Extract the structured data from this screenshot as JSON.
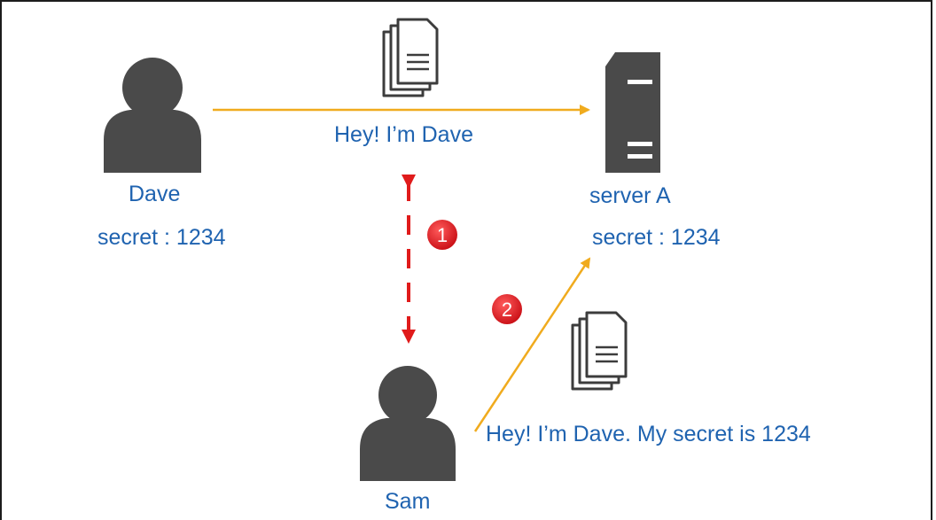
{
  "diagram": {
    "dave": {
      "name": "Dave",
      "secret": "secret : 1234"
    },
    "server": {
      "name": "server A",
      "secret": "secret : 1234"
    },
    "sam": {
      "name": "Sam"
    },
    "message_1": "Hey! I’m Dave",
    "message_2": "Hey! I’m Dave. My secret is 1234",
    "step_1": "1",
    "step_2": "2",
    "colors": {
      "arrow": "#f0ab1e",
      "intercept": "#e01b1b",
      "text": "#1f63b0",
      "icon": "#4a4a4a",
      "badge": "#e8151c"
    }
  }
}
